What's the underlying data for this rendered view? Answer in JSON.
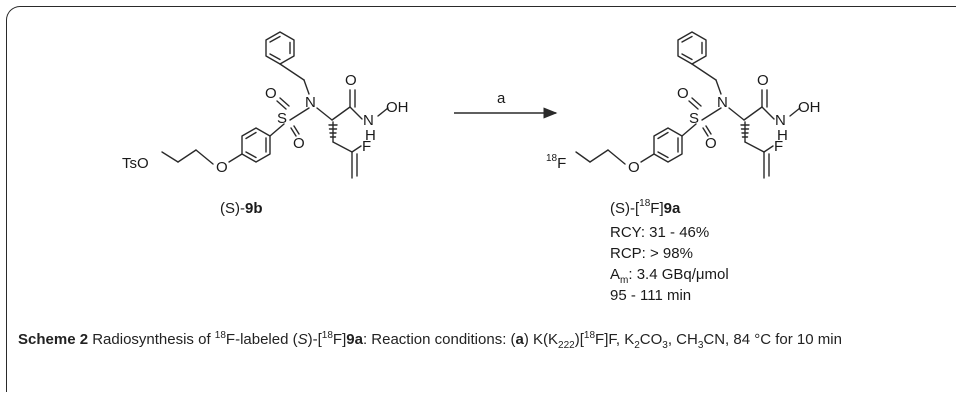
{
  "reactant": {
    "label_prefix": "(S)-",
    "label_bold": "9b",
    "atoms": {
      "ts_o": "TsO",
      "o": "O",
      "s": "S",
      "n": "N",
      "nh": "N",
      "h": "H",
      "oh": "OH",
      "f": "F"
    }
  },
  "arrow": {
    "reagent": "a"
  },
  "product": {
    "label_prefix": "(S)-[",
    "label_iso": "18",
    "label_mid": "F]",
    "label_bold": "9a",
    "isotope": "18",
    "atoms": {
      "f_label": "F",
      "o": "O",
      "s": "S",
      "n": "N",
      "nh": "N",
      "h": "H",
      "oh": "OH",
      "f": "F"
    },
    "stats": {
      "rcy": "RCY: 31 - 46%",
      "rcp": "RCP: > 98%",
      "am_prefix": "A",
      "am_sub": "m",
      "am_value": ": 3.4 GBq/μmol",
      "time": "95 - 111 min"
    }
  },
  "caption": {
    "bold_title": "Scheme 2",
    "t1": " Radiosynthesis of ",
    "iso1": "18",
    "t2": "F-labeled (",
    "s1": "S",
    "t3": ")-[",
    "iso2": "18",
    "t4": "F]",
    "compound": "9a",
    "t5": ": Reaction conditions: (",
    "cond_letter": "a",
    "t6": ") K(K",
    "sub222": "222",
    "t7": ")[",
    "iso3": "18",
    "t8": "F]F, K",
    "sub2": "2",
    "t9": "CO",
    "sub3": "3",
    "t10": ", CH",
    "sub3b": "3",
    "t11": "CN, 84 °C for 10 min"
  }
}
